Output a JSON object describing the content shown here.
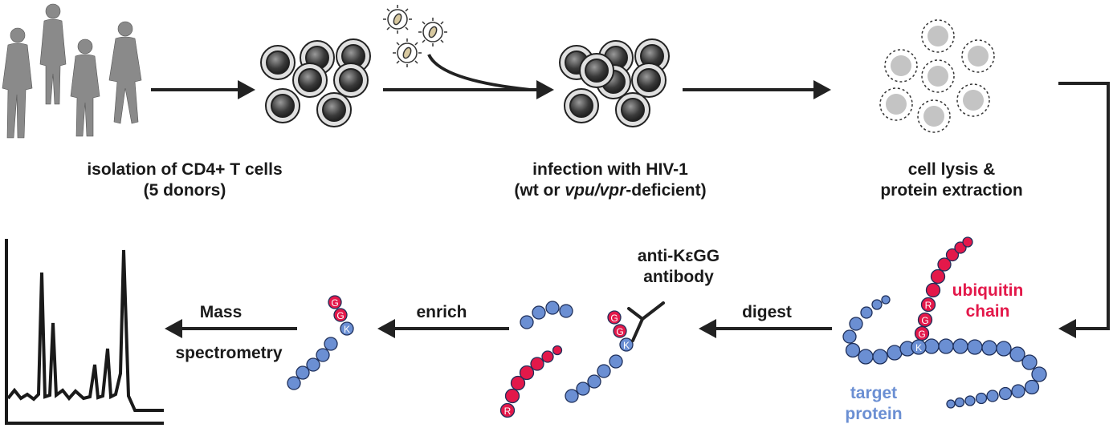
{
  "steps": {
    "isolation": {
      "line1": "isolation of CD4+ T cells",
      "line2": "(5 donors)"
    },
    "infection": {
      "line1": "infection with HIV-1",
      "line2_prefix": "(wt or ",
      "line2_italic": "vpu/vpr",
      "line2_suffix": "-deficient)"
    },
    "lysis": {
      "line1": "cell lysis &",
      "line2": "protein extraction"
    },
    "digest": {
      "label": "digest"
    },
    "antibody": {
      "line1": "anti-KεGG",
      "line2": "antibody"
    },
    "enrich": {
      "label": "enrich"
    },
    "ms": {
      "line1": "Mass",
      "line2": "spectrometry"
    }
  },
  "legend": {
    "ubiquitin": {
      "line1": "ubiquitin",
      "line2": "chain"
    },
    "target": {
      "line1": "target",
      "line2": "protein"
    }
  },
  "bead_letters": {
    "R": "R",
    "G": "G",
    "K": "K"
  },
  "colors": {
    "ubiquitin": "#e3184a",
    "target": "#6b8fd3",
    "arrow": "#222222",
    "figure": "#8a8a8a"
  }
}
